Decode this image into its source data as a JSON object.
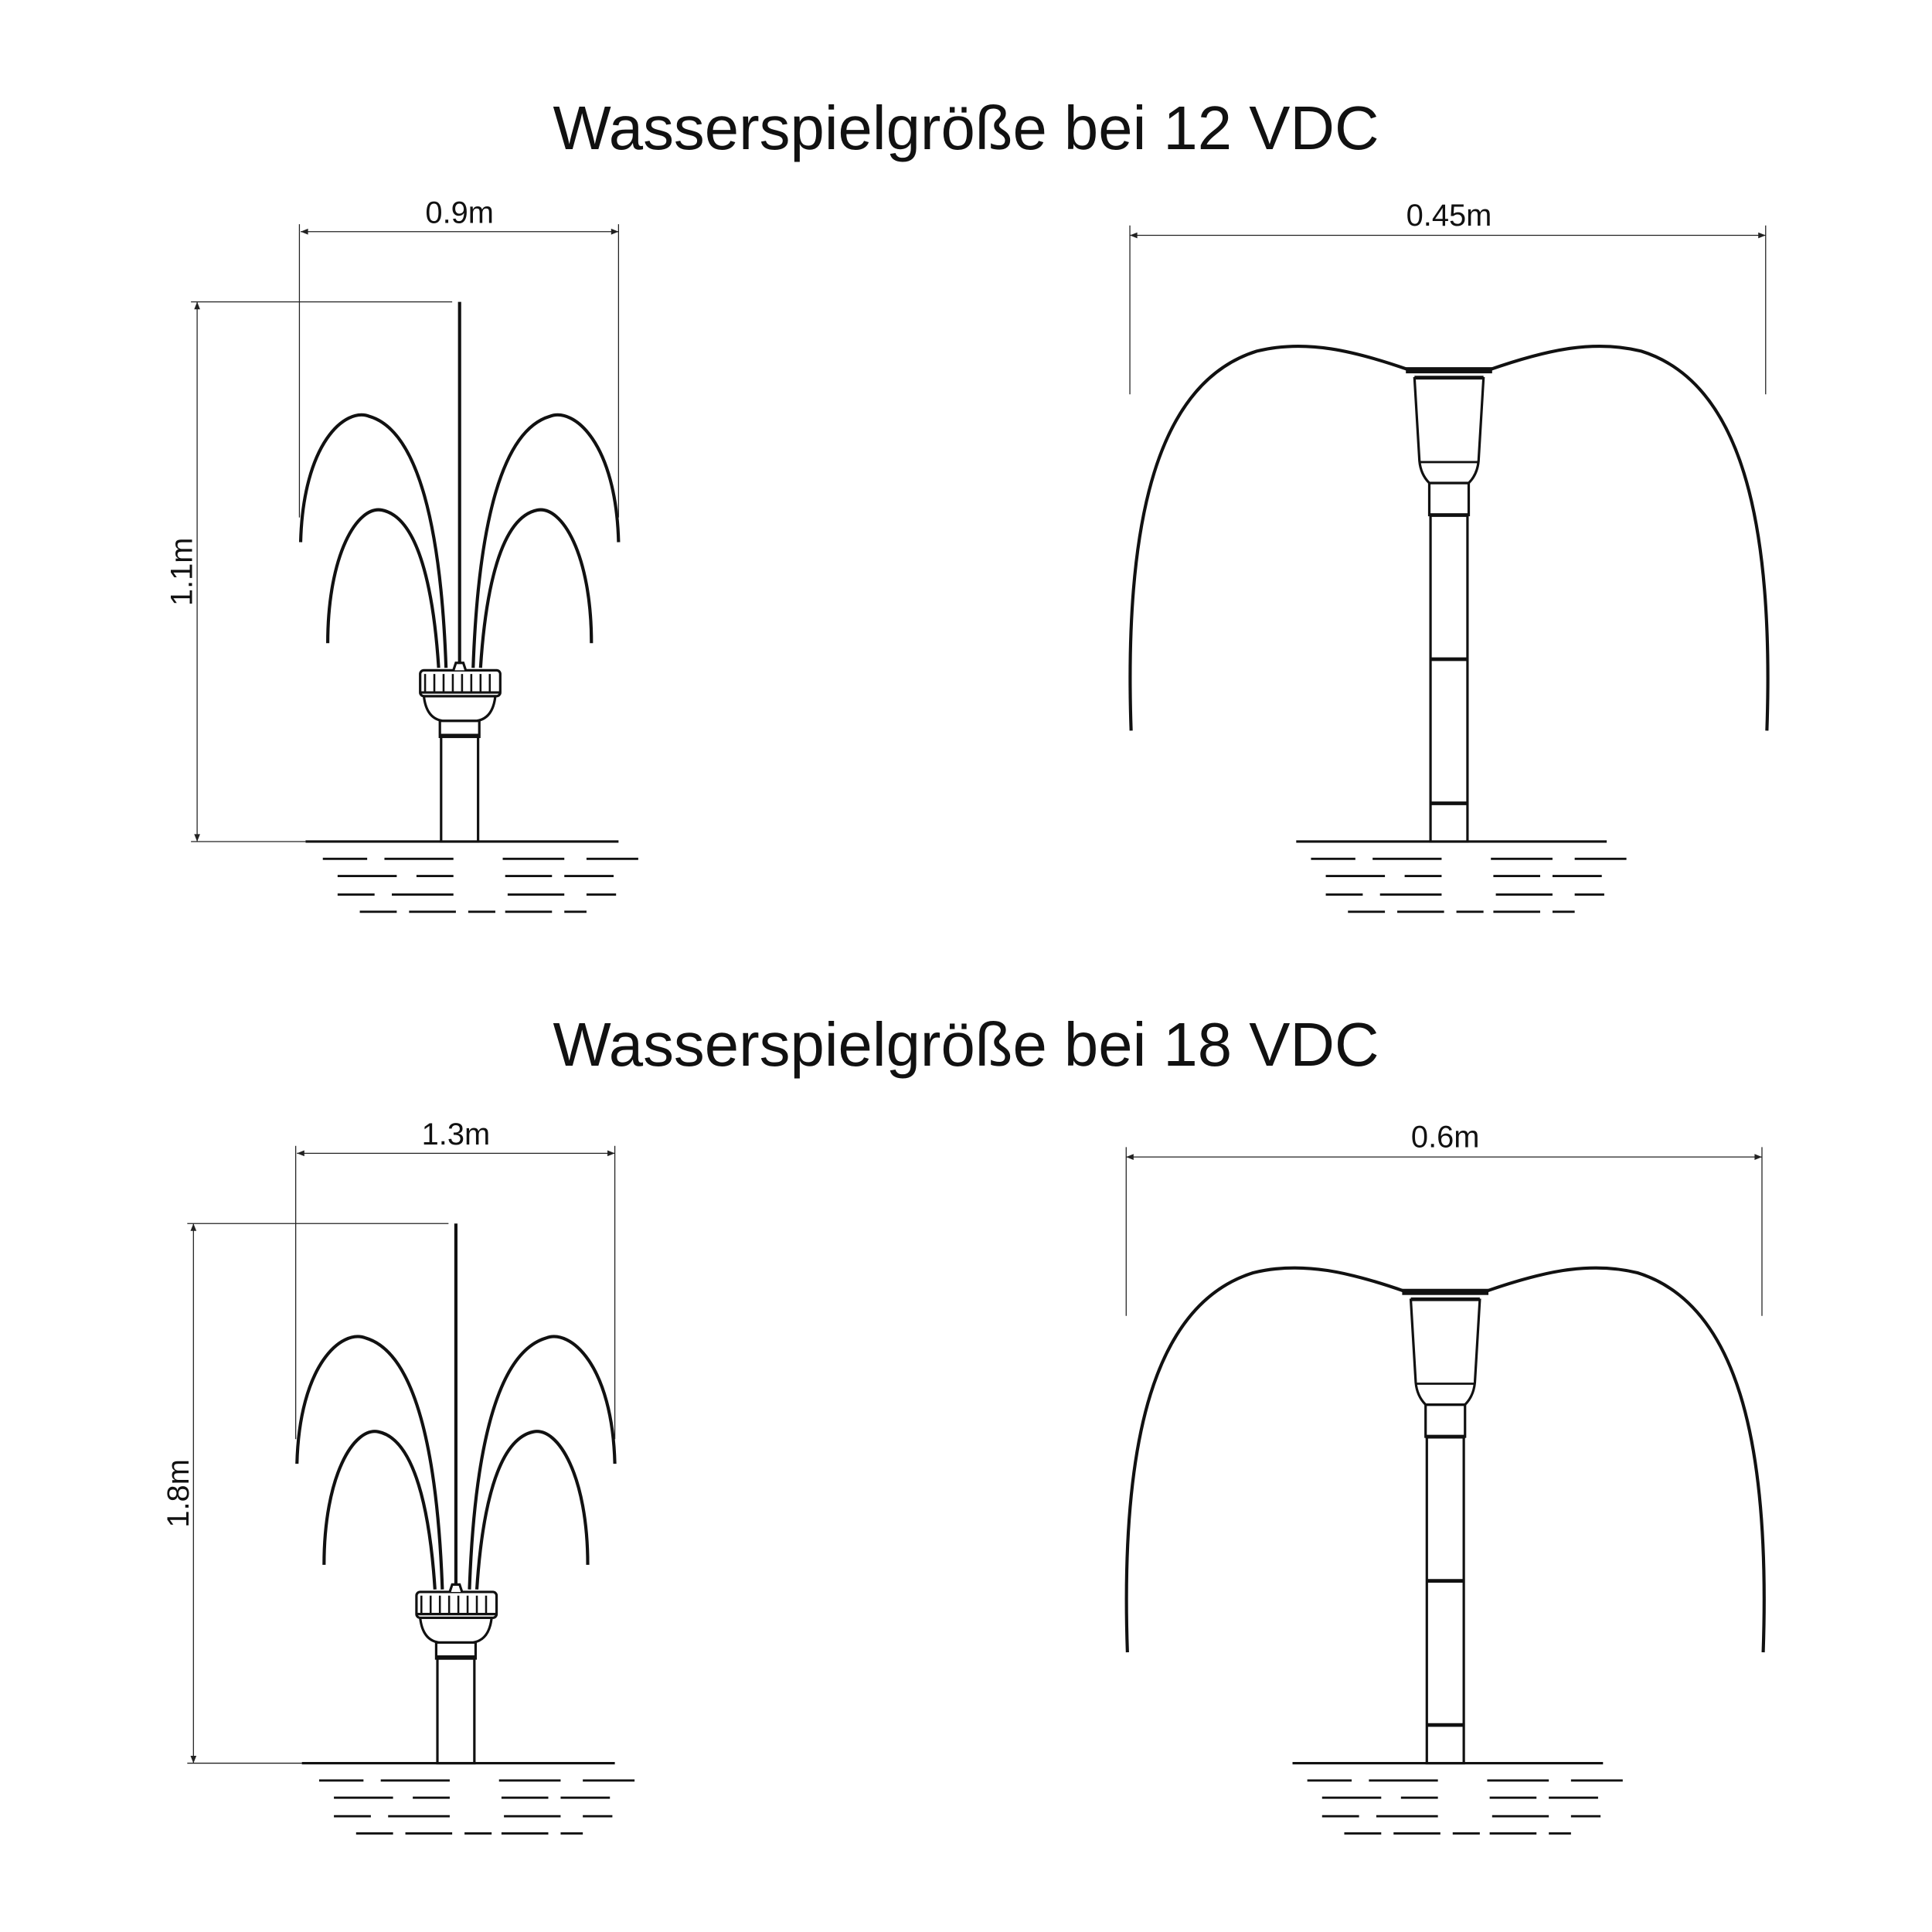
{
  "sections": [
    {
      "title": "Wasserspielgröße bei 12 VDC",
      "left_fountain": {
        "width_label": "0.9m",
        "height_label": "1.1m"
      },
      "right_fountain": {
        "width_label": "0.45m"
      }
    },
    {
      "title": "Wasserspielgröße bei 18 VDC",
      "left_fountain": {
        "width_label": "1.3m",
        "height_label": "1.8m"
      },
      "right_fountain": {
        "width_label": "0.6m"
      }
    }
  ],
  "colors": {
    "line": "#111111",
    "background": "#ffffff"
  }
}
